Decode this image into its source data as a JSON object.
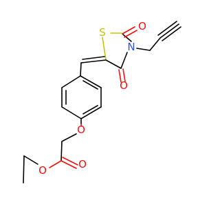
{
  "molecule": {
    "atoms": [
      {
        "id": "O1",
        "symbol": "O",
        "color": "#ff0d0d"
      },
      {
        "id": "O2",
        "symbol": "O",
        "color": "#ff0d0d"
      },
      {
        "id": "O3",
        "symbol": "O",
        "color": "#ff0d0d"
      },
      {
        "id": "O4",
        "symbol": "O",
        "color": "#ff0d0d"
      },
      {
        "id": "O5",
        "symbol": "O",
        "color": "#ff0d0d"
      },
      {
        "id": "S1",
        "symbol": "S",
        "color": "#c6c600"
      },
      {
        "id": "N1",
        "symbol": "N",
        "color": "#3050f8"
      }
    ],
    "bond_color": "#000000"
  }
}
